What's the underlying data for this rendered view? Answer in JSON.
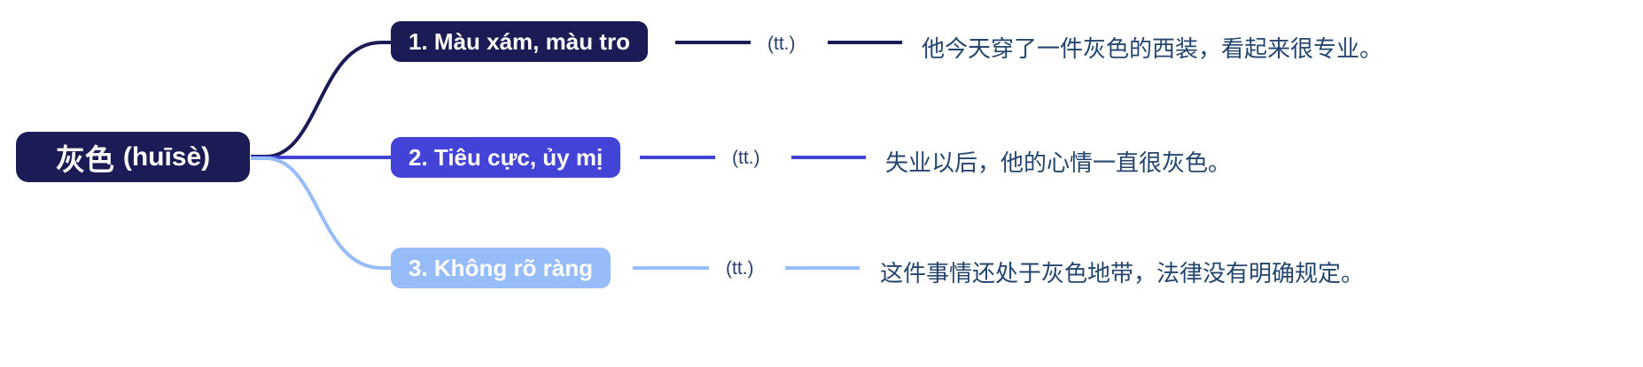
{
  "diagram": {
    "type": "mindmap",
    "title": "灰色 (huīsè) word-sense mindmap",
    "root": {
      "headword": "灰色",
      "pinyin": "(huīsè)",
      "color": "#1B1B55"
    },
    "branches": [
      {
        "index": "1",
        "label": "1. Màu xám, màu tro",
        "pos_tag": "(tt.)",
        "example": "他今天穿了一件灰色的西装，看起来很专业。",
        "color": "#1B1B55",
        "text_color": "#ffffff"
      },
      {
        "index": "2",
        "label": "2. Tiêu cực, ủy mị",
        "pos_tag": "(tt.)",
        "example": "失业以后，他的心情一直很灰色。",
        "color": "#4443D8",
        "text_color": "#ffffff"
      },
      {
        "index": "3",
        "label": "3. Không rõ ràng",
        "pos_tag": "(tt.)",
        "example": "这件事情还处于灰色地带，法律没有明确规定。",
        "color": "#96BDF9",
        "text_color": "#ffffff"
      }
    ],
    "example_text_color": "#24466E",
    "pos_tag_color": "#2B3E6B",
    "background": "#ffffff"
  }
}
